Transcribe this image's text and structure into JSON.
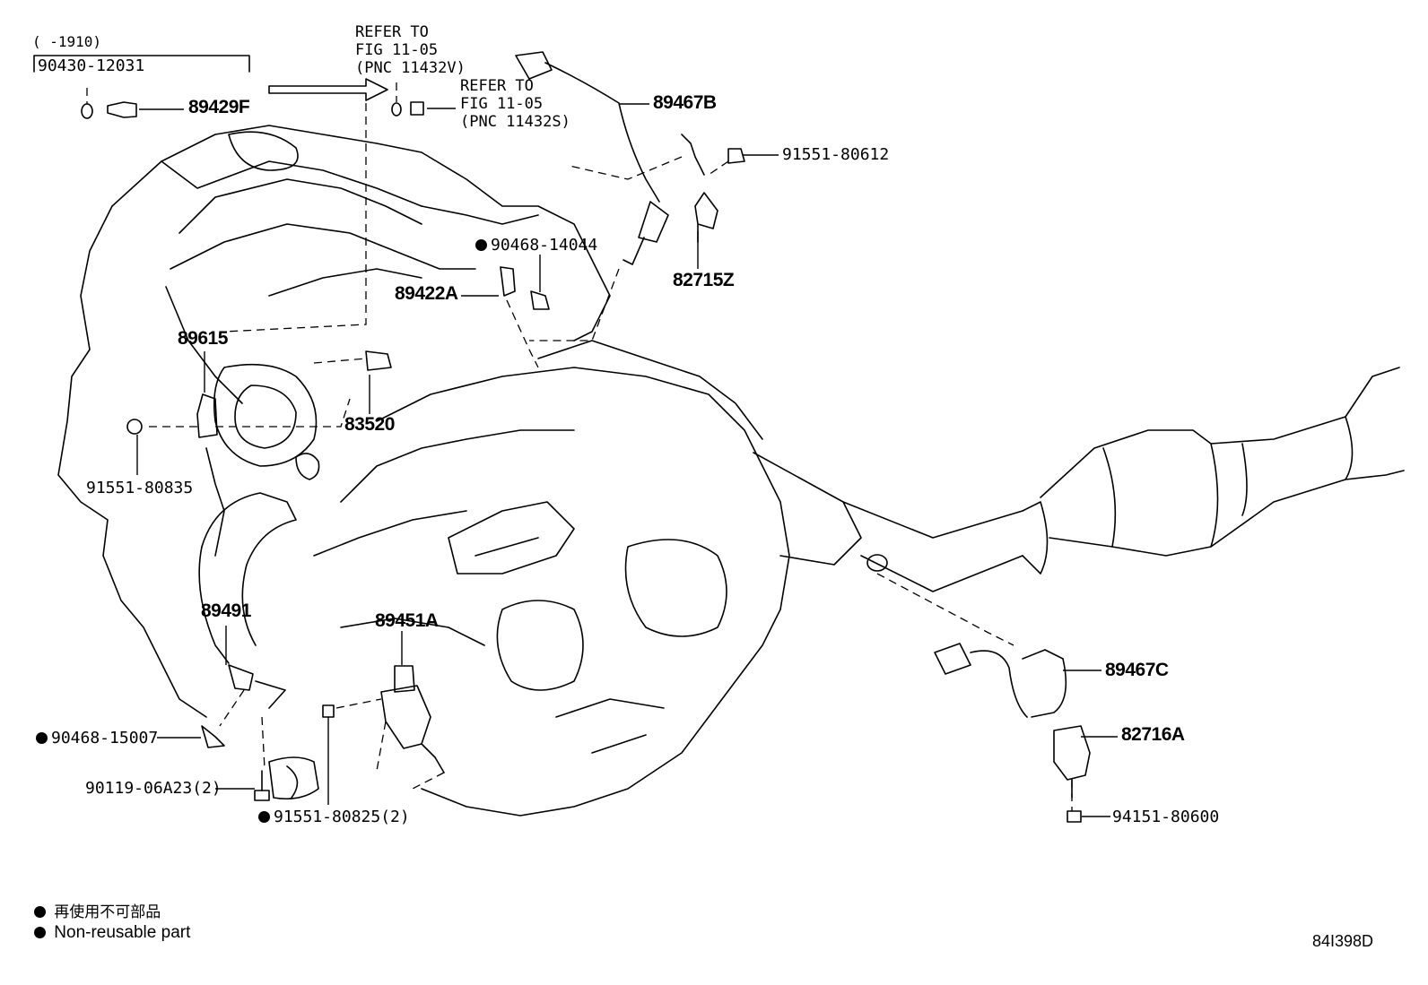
{
  "header": {
    "range": "(      -1910)",
    "part_box": "90430-12031"
  },
  "refer_1": {
    "line1": "REFER TO",
    "line2": "FIG 11-05",
    "line3": "(PNC 11432V)"
  },
  "refer_2": {
    "line1": "REFER TO",
    "line2": "FIG 11-05",
    "line3": "(PNC 11432S)"
  },
  "parts": {
    "p89429F": "89429F",
    "p89467B": "89467B",
    "p91551_80612": "91551-80612",
    "p90468_14044": "90468-14044",
    "p89422A": "89422A",
    "p82715Z": "82715Z",
    "p89615": "89615",
    "p83520": "83520",
    "p91551_80835": "91551-80835",
    "p89491": "89491",
    "p89451A": "89451A",
    "p89467C": "89467C",
    "p82716A": "82716A",
    "p94151_80600": "94151-80600",
    "p90468_15007": "90468-15007",
    "p90119_06A23": "90119-06A23(2)",
    "p91551_80825": "91551-80825(2)"
  },
  "legend": {
    "japanese": "再使用不可部品",
    "english": "Non-reusable part"
  },
  "figure_code": "84I398D"
}
